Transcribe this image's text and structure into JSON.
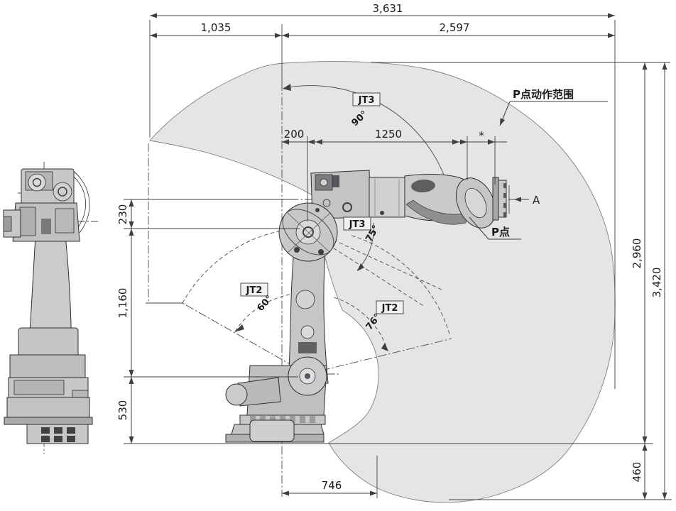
{
  "dims": {
    "total_width": "3,631",
    "rear_reach": "1,035",
    "front_reach": "2,597",
    "shoulder_offset": "200",
    "forearm_length": "1250",
    "flange_star": "*",
    "wrist_drop": "230",
    "upper_arm": "1,160",
    "base_height": "530",
    "reach_above_floor": "2,960",
    "total_height": "3,420",
    "below_floor_depth": "460",
    "front_bottom": "746"
  },
  "joints": {
    "jt3_upper": {
      "label": "JT3",
      "angle": "90°"
    },
    "jt3_lower": {
      "label": "JT3",
      "angle": "75°"
    },
    "jt2_left": {
      "label": "JT2",
      "angle": "60°"
    },
    "jt2_right": {
      "label": "JT2",
      "angle": "76°"
    }
  },
  "annotations": {
    "work_envelope": "P点动作范围",
    "axis_a": "A",
    "point_p": "P点"
  },
  "colors": {
    "envelope_fill": "#e4e5e6",
    "envelope_stroke": "#7f7f81",
    "robot_body": "#c7c9cb",
    "line": "#3f3f3f"
  }
}
